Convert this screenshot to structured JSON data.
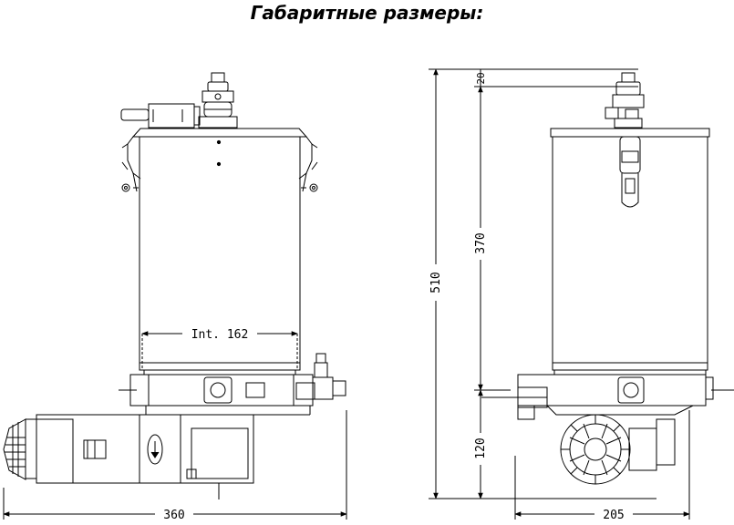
{
  "title": "Габаритные размеры:",
  "front_view": {
    "interior_label": "Int. 162",
    "width_label": "360"
  },
  "side_view": {
    "width_label": "205",
    "total_height_label": "510",
    "top_height_label": "20",
    "tank_height_label": "370",
    "base_height_label": "120"
  }
}
